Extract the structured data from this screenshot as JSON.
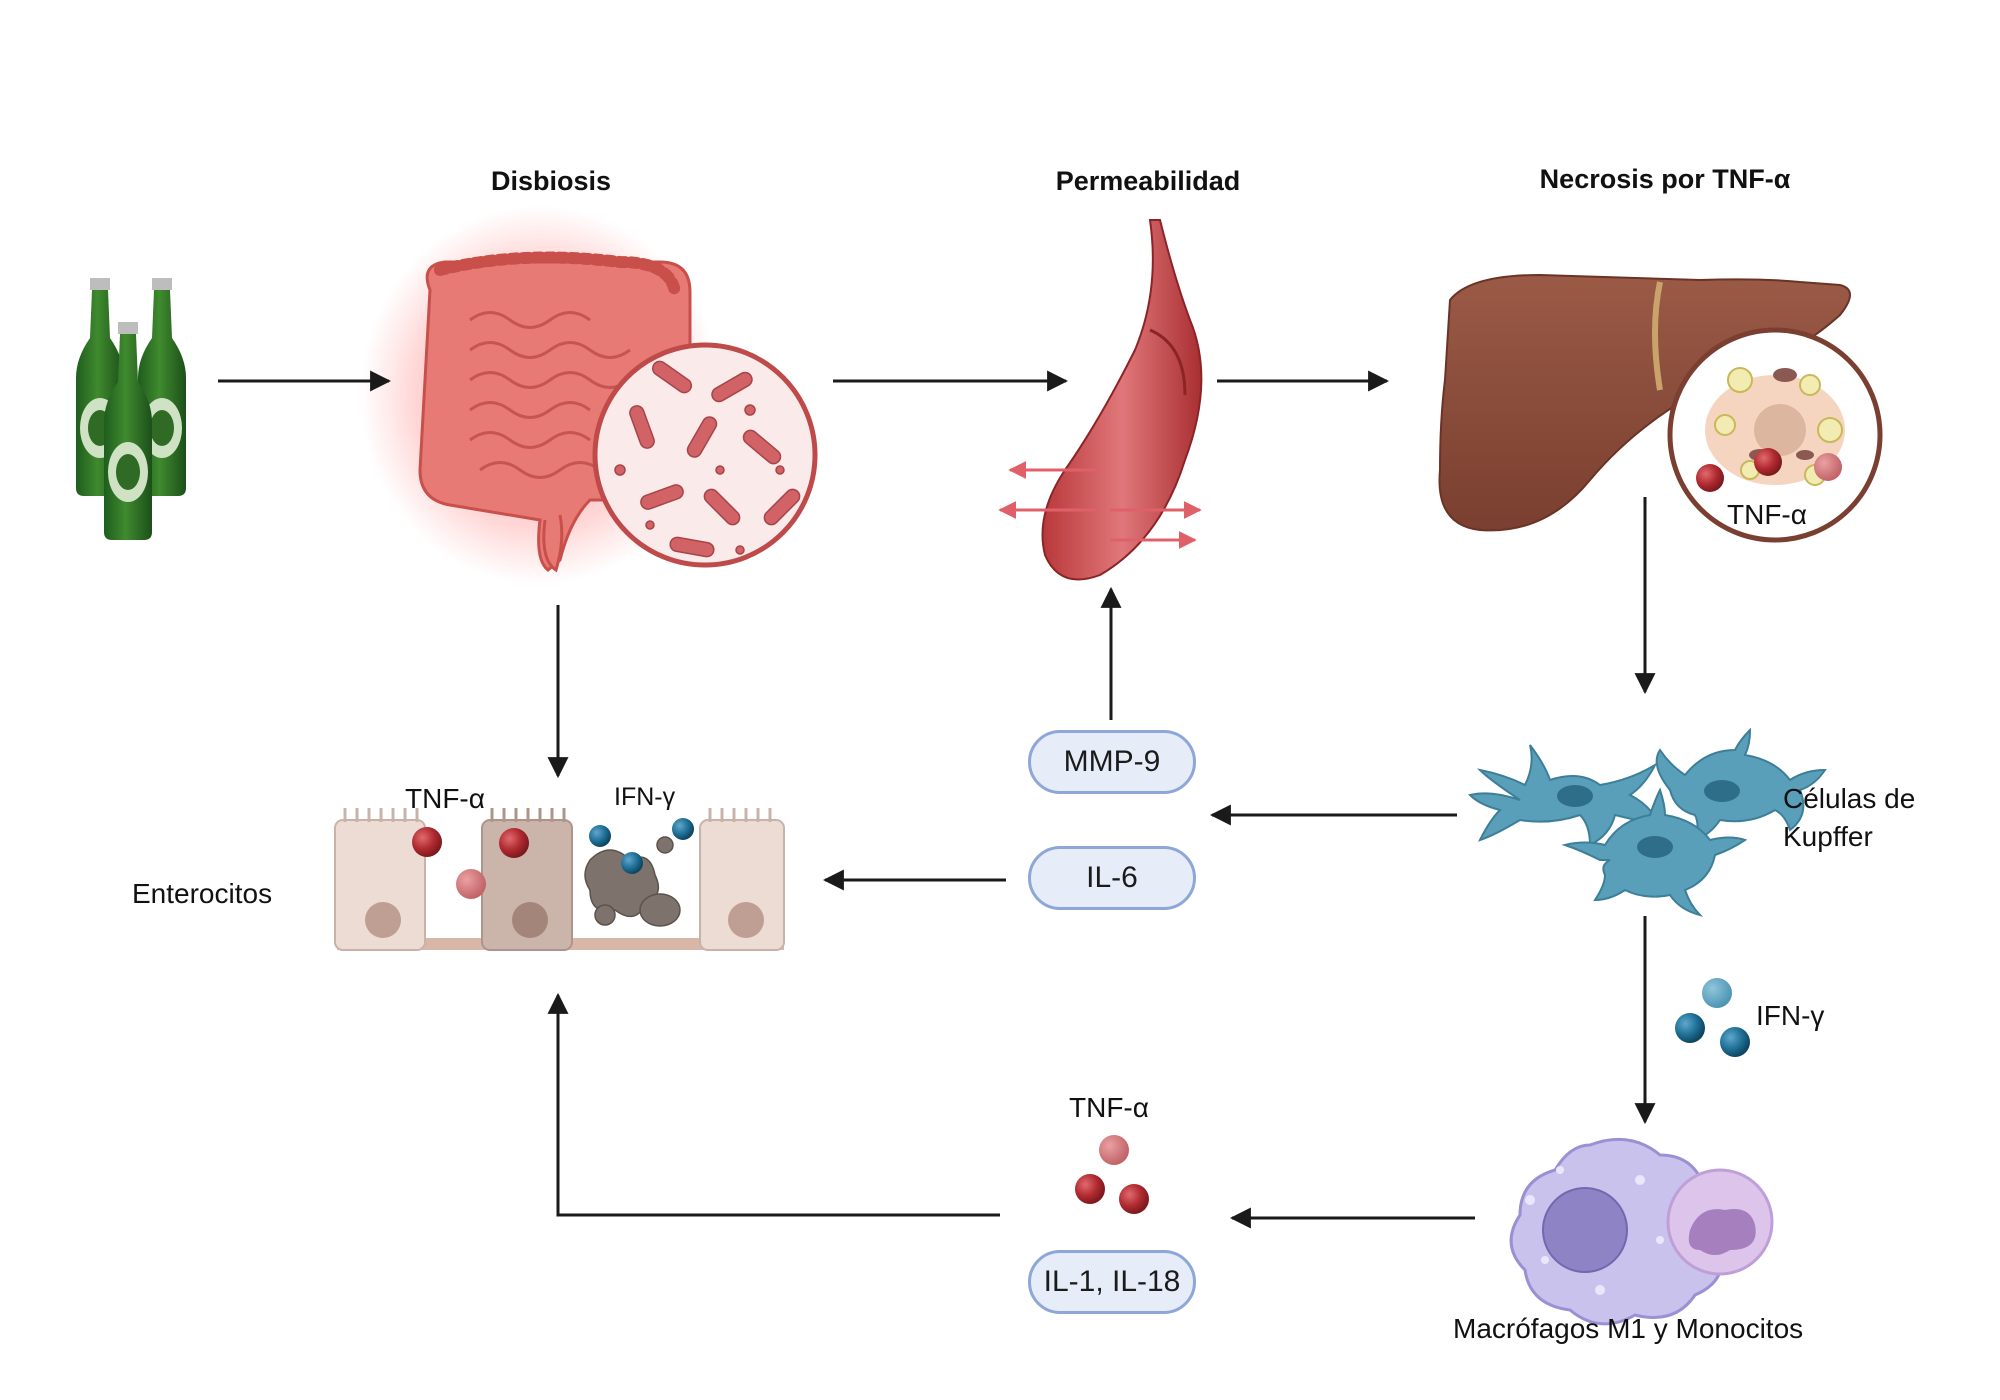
{
  "titles": {
    "dysbiosis": "Disbiosis",
    "permeability": "Permeabilidad",
    "necrosis": "Necrosis por TNF-α"
  },
  "labels": {
    "liver_tnf": "TNF-α",
    "enterocytes": "Enterocitos",
    "entero_tnf": "TNF-α",
    "entero_ifn": "IFN-γ",
    "kupffer": "Células de\nKupffer",
    "ifn_gamma": "IFN-γ",
    "tnf_bottom": "TNF-α",
    "macrophages": "Macrófagos M1 y Monocitos"
  },
  "pills": {
    "mmp9": "MMP-9",
    "il6": "IL-6",
    "il1_il18": "IL-1, IL-18"
  },
  "colors": {
    "arrow": "#1a1a1a",
    "tnf_dot": "#b02a30",
    "ifn_dot": "#1f6f96",
    "pill_border": "#8ea6d8",
    "pill_fill": "#e6edf9"
  }
}
